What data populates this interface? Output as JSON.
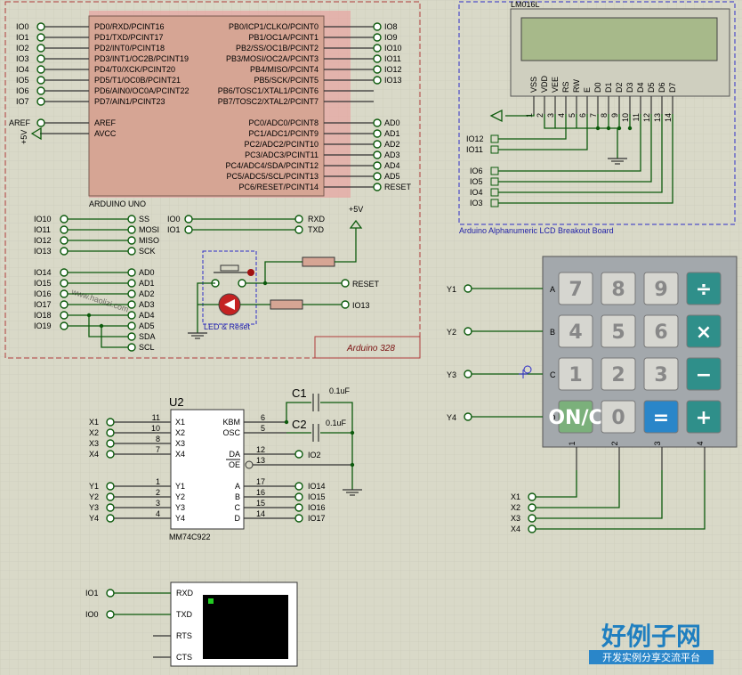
{
  "colors": {
    "background": "#d9d9c8",
    "chip": "#d6a594",
    "wire": "#0c5a0c",
    "lcd": "#a7b98a",
    "key_num": "#d6d6d0",
    "key_op": "#2f8f8a",
    "key_on": "#7bb07b",
    "key_eq": "#2a86c9"
  },
  "uno": {
    "title": "ARDUINO UNO",
    "left_ext": [
      "IO0",
      "IO1",
      "IO2",
      "IO3",
      "IO4",
      "IO5",
      "IO6",
      "IO7"
    ],
    "left_int": [
      "PD0/RXD/PCINT16",
      "PD1/TXD/PCINT17",
      "PD2/INT0/PCINT18",
      "PD3/INT1/OC2B/PCINT19",
      "PD4/T0/XCK/PCINT20",
      "PD5/T1/OC0B/PCINT21",
      "PD6/AIN0/OC0A/PCINT22",
      "PD7/AIN1/PCINT23"
    ],
    "right_int": [
      "PB0/ICP1/CLKO/PCINT0",
      "PB1/OC1A/PCINT1",
      "PB2/SS/OC1B/PCINT2",
      "PB3/MOSI/OC2A/PCINT3",
      "PB4/MISO/PCINT4",
      "PB5/SCK/PCINT5",
      "PB6/TOSC1/XTAL1/PCINT6",
      "PB7/TOSC2/XTAL2/PCINT7"
    ],
    "right_ext": [
      "IO8",
      "IO9",
      "IO10",
      "IO11",
      "IO12",
      "IO13"
    ],
    "aref_ext": "AREF",
    "aref_int": "AREF",
    "avcc_int": "AVCC",
    "plus5v": "+5V",
    "adc_int": [
      "PC0/ADC0/PCINT8",
      "PC1/ADC1/PCINT9",
      "PC2/ADC2/PCINT10",
      "PC3/ADC3/PCINT11",
      "PC4/ADC4/SDA/PCINT12",
      "PC5/ADC5/SCL/PCINT13",
      "PC6/RESET/PCINT14"
    ],
    "adc_ext": [
      "AD0",
      "AD1",
      "AD2",
      "AD3",
      "AD4",
      "AD5",
      "RESET"
    ]
  },
  "spi": {
    "ext": [
      "IO10",
      "IO11",
      "IO12",
      "IO13"
    ],
    "int": [
      "SS",
      "MOSI",
      "MISO",
      "SCK"
    ]
  },
  "serial": {
    "ext": [
      "IO0",
      "IO1"
    ],
    "int": [
      "RXD",
      "TXD"
    ]
  },
  "analog": {
    "ext": [
      "IO14",
      "IO15",
      "IO16",
      "IO17",
      "IO18",
      "IO19"
    ],
    "int": [
      "AD0",
      "AD1",
      "AD2",
      "AD3",
      "AD4",
      "AD5",
      "SDA",
      "SCL"
    ]
  },
  "led_reset": {
    "title": "LED & Reset",
    "plus5v": "+5V",
    "reset": "RESET",
    "io13": "IO13"
  },
  "frame": {
    "title": "Arduino 328"
  },
  "lcd": {
    "model": "LM016L",
    "pins": [
      "VSS",
      "VDD",
      "VEE",
      "RS",
      "RW",
      "E",
      "D0",
      "D1",
      "D2",
      "D3",
      "D4",
      "D5",
      "D6",
      "D7"
    ],
    "nums": [
      "1",
      "2",
      "3",
      "4",
      "5",
      "6",
      "7",
      "8",
      "9",
      "10",
      "11",
      "12",
      "13",
      "14"
    ],
    "io_top": [
      "IO12",
      "IO11"
    ],
    "io_bottom": [
      "IO6",
      "IO5",
      "IO4",
      "IO3"
    ],
    "title": "Arduino Alphanumeric LCD Breakout Board"
  },
  "keypad": {
    "rows": [
      "Y1",
      "Y2",
      "Y3",
      "Y4"
    ],
    "row_letters": [
      "A",
      "B",
      "C",
      "D"
    ],
    "cols": [
      "1",
      "2",
      "3",
      "4"
    ],
    "keys": [
      "7",
      "8",
      "9",
      "÷",
      "4",
      "5",
      "6",
      "×",
      "1",
      "2",
      "3",
      "−",
      "ON/C",
      "0",
      "=",
      "+"
    ],
    "x_out": [
      "X1",
      "X2",
      "X3",
      "X4"
    ]
  },
  "u2": {
    "ref": "U2",
    "part": "MM74C922",
    "x_ext": [
      "X1",
      "X2",
      "X3",
      "X4"
    ],
    "x_int": [
      "X1",
      "X2",
      "X3",
      "X4"
    ],
    "x_num": [
      "11",
      "10",
      "8",
      "7"
    ],
    "y_ext": [
      "Y1",
      "Y2",
      "Y3",
      "Y4"
    ],
    "y_int": [
      "Y1",
      "Y2",
      "Y3",
      "Y4"
    ],
    "y_num": [
      "1",
      "2",
      "3",
      "4"
    ],
    "r_int": [
      "KBM",
      "OSC",
      "DA",
      "OE"
    ],
    "r_num": [
      "6",
      "5",
      "12",
      "13"
    ],
    "out_int": [
      "A",
      "B",
      "C",
      "D"
    ],
    "out_num": [
      "17",
      "16",
      "15",
      "14"
    ],
    "out_ext": [
      "IO14",
      "IO15",
      "IO16",
      "IO17"
    ],
    "c1": "C1",
    "c1v": "0.1uF",
    "c2": "C2",
    "c2v": "0.1uF",
    "io2": "IO2"
  },
  "terminal": {
    "ext": [
      "IO1",
      "IO0"
    ],
    "pins": [
      "RXD",
      "TXD",
      "RTS",
      "CTS"
    ]
  },
  "watermark": {
    "brand": "好例子网",
    "sub": "开发实例分享交流平台",
    "site": "www.haolizi.com"
  }
}
